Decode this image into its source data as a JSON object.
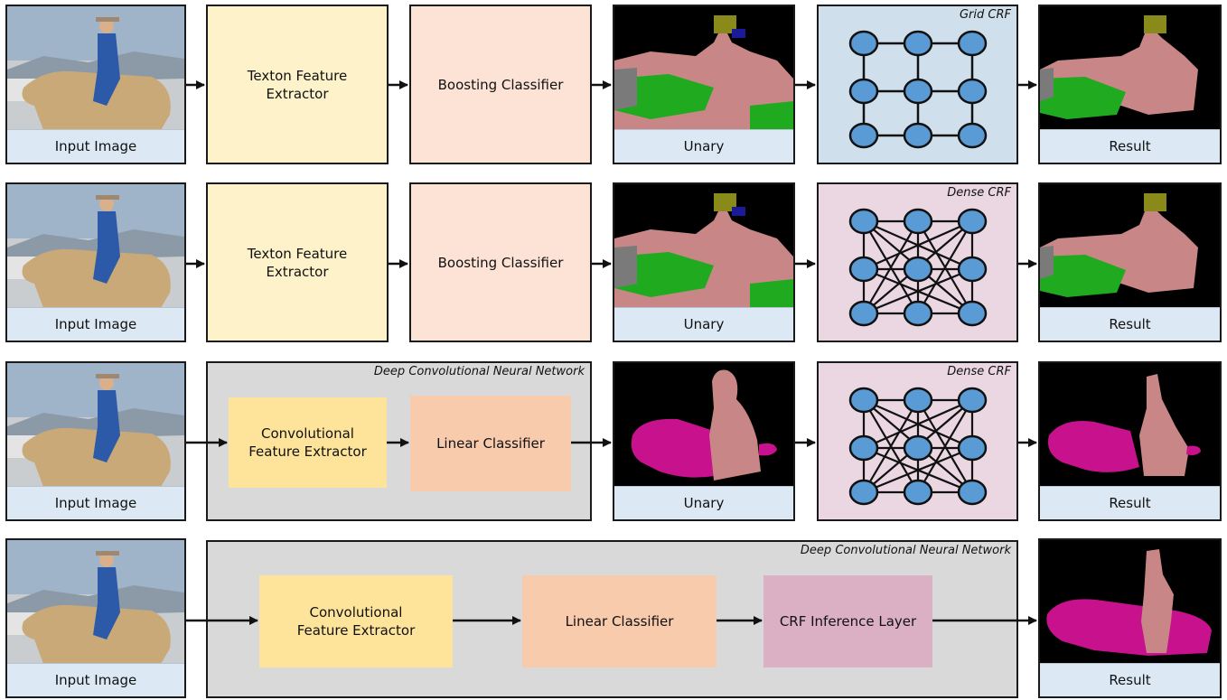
{
  "rows": [
    {
      "input_caption": "Input Image",
      "feature_label": "Texton Feature\nExtractor",
      "classifier_label": "Boosting Classifier",
      "unary_caption": "Unary",
      "crf_title": "Grid CRF",
      "result_caption": "Result"
    },
    {
      "input_caption": "Input Image",
      "feature_label": "Texton Feature\nExtractor",
      "classifier_label": "Boosting Classifier",
      "unary_caption": "Unary",
      "crf_title": "Dense CRF",
      "result_caption": "Result"
    },
    {
      "input_caption": "Input Image",
      "network_title": "Deep Convolutional Neural Network",
      "feature_label": "Convolutional\nFeature Extractor",
      "classifier_label": "Linear Classifier",
      "unary_caption": "Unary",
      "crf_title": "Dense CRF",
      "result_caption": "Result"
    },
    {
      "input_caption": "Input Image",
      "network_title": "Deep Convolutional Neural Network",
      "feature_label": "Convolutional\nFeature Extractor",
      "classifier_label": "Linear Classifier",
      "crf_layer_label": "CRF Inference Layer",
      "result_caption": "Result"
    }
  ],
  "colors": {
    "texton_fill": "#fdf2c9",
    "boosting_fill": "#fde3d6",
    "conv_fill": "#fde49a",
    "linear_fill": "#f8cbad",
    "crf_layer_fill": "#dcb0c4",
    "grid_crf_bg": "#d0dfec",
    "dense_crf_bg": "#ead7e2",
    "network_bg": "#d9d9d9",
    "node_fill": "#5b9bd5",
    "caption_bg": "#dce9f5",
    "segment_horse": "#c8118c",
    "segment_person": "#c98686",
    "segment_grass": "#1faa1f"
  }
}
